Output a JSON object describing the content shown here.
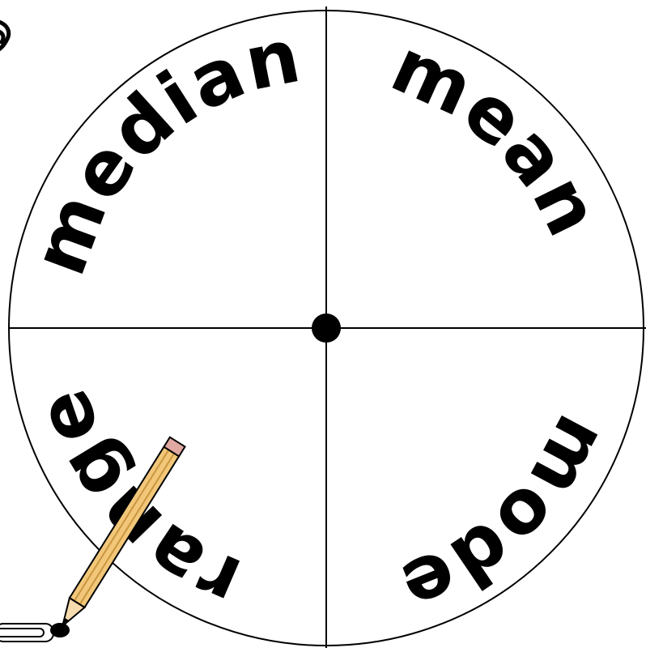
{
  "spinner": {
    "sections": [
      {
        "label": "median",
        "quadrant": "top-left"
      },
      {
        "label": "mean",
        "quadrant": "top-right"
      },
      {
        "label": "range",
        "quadrant": "bottom-left"
      },
      {
        "label": "mode",
        "quadrant": "bottom-right"
      }
    ]
  },
  "colors": {
    "ink": "#000000",
    "background": "#ffffff",
    "pencil_body": "#f2c77a",
    "pencil_wood": "#f6dcae"
  },
  "icons": [
    "pencil-icon",
    "paperclip-icon"
  ]
}
